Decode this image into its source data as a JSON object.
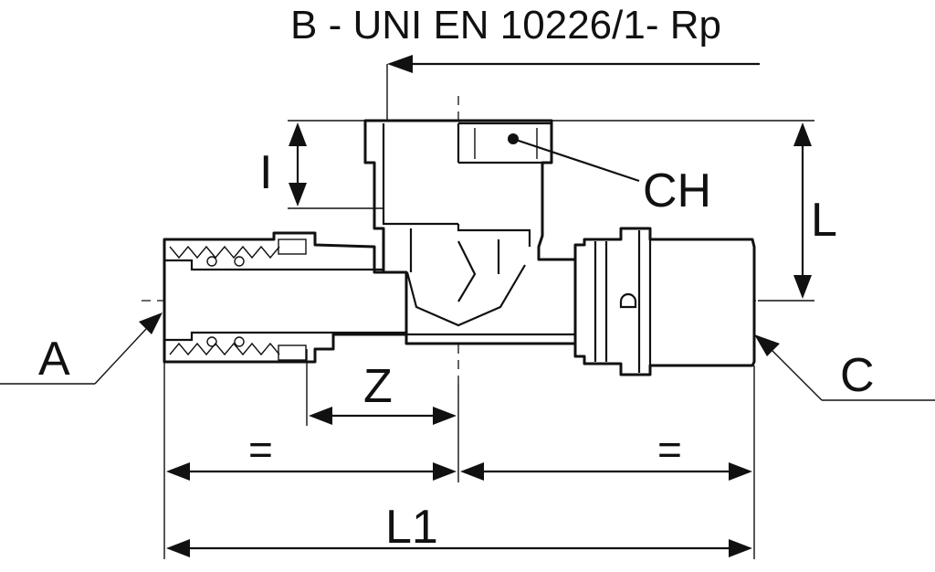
{
  "title": "B - UNI EN 10226/1- Rp",
  "labels": {
    "a": "A",
    "c": "C",
    "ch": "CH",
    "l": "L",
    "i": "I",
    "z": "Z",
    "eq_left": "=",
    "eq_right": "=",
    "l1": "L1"
  }
}
